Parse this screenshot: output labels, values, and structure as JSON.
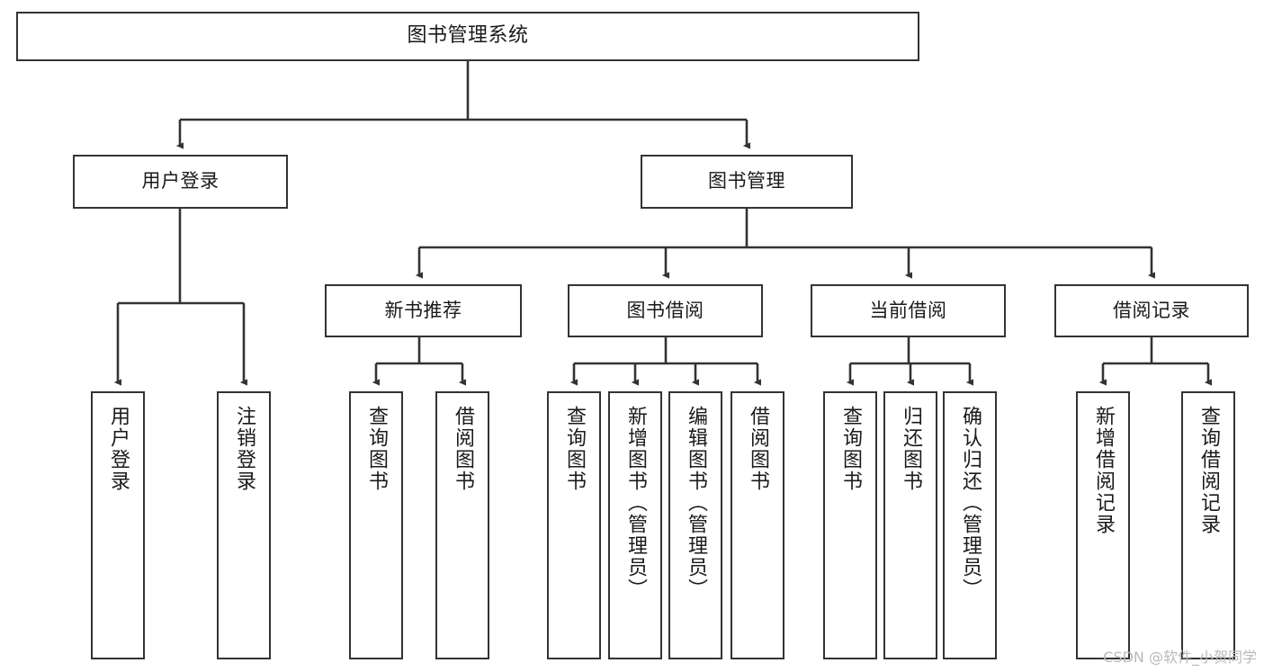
{
  "diagram": {
    "title": "图书管理系统",
    "type": "tree-hierarchy-chart",
    "background_color": "#ffffff",
    "line_color": "#333333",
    "box_fill_color": "#ffffff",
    "text_color": "#1a1a1a"
  },
  "nodes": {
    "root": {
      "label": "图书管理系统",
      "level": 1
    },
    "level2": [
      {
        "id": "user-login",
        "label": "用户登录"
      },
      {
        "id": "book-management",
        "label": "图书管理"
      }
    ],
    "level3": [
      {
        "id": "new-book-recommend",
        "label": "新书推荐",
        "parent": "book-management"
      },
      {
        "id": "book-borrow",
        "label": "图书借阅",
        "parent": "book-management"
      },
      {
        "id": "current-borrow",
        "label": "当前借阅",
        "parent": "book-management"
      },
      {
        "id": "borrow-record",
        "label": "借阅记录",
        "parent": "book-management"
      }
    ],
    "leaves": {
      "user_login": [
        {
          "id": "leaf-user-login",
          "label": "用户登录"
        },
        {
          "id": "leaf-user-logout",
          "label": "注销登录"
        }
      ],
      "new_book_recommend": [
        {
          "id": "leaf-query-book-1",
          "label": "查询图书"
        },
        {
          "id": "leaf-borrow-book-1",
          "label": "借阅图书"
        }
      ],
      "book_borrow": [
        {
          "id": "leaf-query-book-2",
          "label": "查询图书"
        },
        {
          "id": "leaf-add-book",
          "label": "新增图书（管理员）"
        },
        {
          "id": "leaf-edit-book",
          "label": "编辑图书（管理员）"
        },
        {
          "id": "leaf-borrow-book-2",
          "label": "借阅图书"
        }
      ],
      "current_borrow": [
        {
          "id": "leaf-query-book-3",
          "label": "查询图书"
        },
        {
          "id": "leaf-return-book",
          "label": "归还图书"
        },
        {
          "id": "leaf-confirm-return",
          "label": "确认归还（管理员）"
        }
      ],
      "borrow_record": [
        {
          "id": "leaf-add-record",
          "label": "新增借阅记录"
        },
        {
          "id": "leaf-query-record",
          "label": "查询借阅记录"
        }
      ]
    }
  },
  "watermark": {
    "text": "CSDN @软件_小贺同学"
  }
}
